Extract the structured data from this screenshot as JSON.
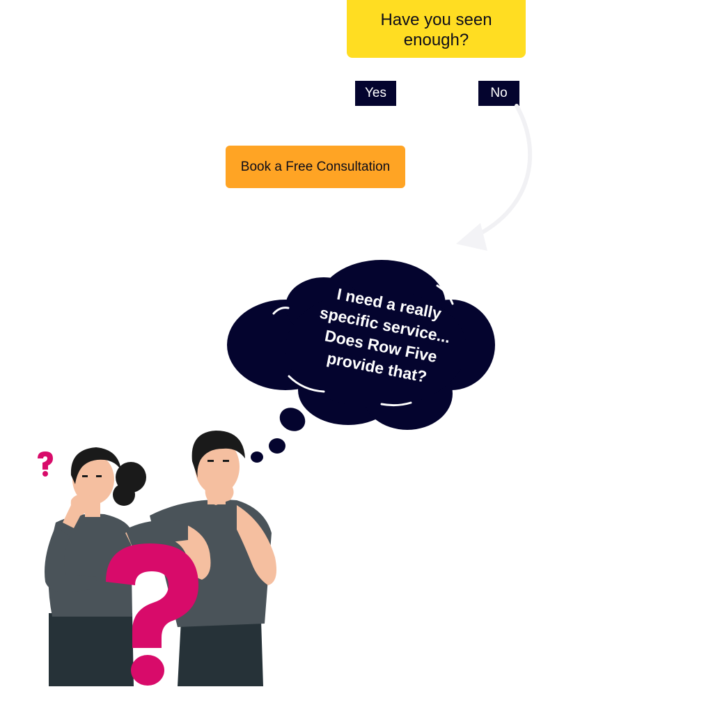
{
  "question": "Have you seen enough?",
  "answers": {
    "yes": "Yes",
    "no": "No"
  },
  "cta": "Book a Free Consultation",
  "thought": {
    "lines": [
      "I need a really",
      "specific service...",
      "Does Row Five",
      "provide that?"
    ]
  },
  "colors": {
    "question_bg": "#FFDD22",
    "answer_bg": "#04042E",
    "cta_bg": "#FFA424",
    "cloud": "#04042E",
    "question_mark": "#D80B6A",
    "shirt": "#4A5359",
    "pants": "#263238",
    "skin": "#F5BFA0",
    "hair": "#1A1A1A"
  },
  "illustration": {
    "name": "two-people-thinking-with-question-mark",
    "icons": [
      "question-mark-icon",
      "large-question-mark-icon"
    ]
  }
}
